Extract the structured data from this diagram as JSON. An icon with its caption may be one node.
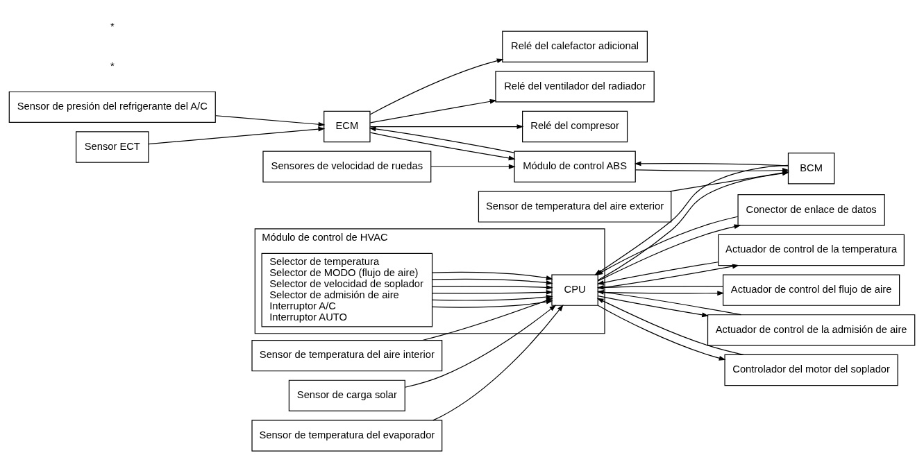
{
  "diagram": {
    "nodes": [
      {
        "text": [
          "Módulo de control de HVAC"
        ]
      },
      {
        "text": [
          "CPU"
        ],
        "in": 0
      },
      {
        "text": [
          "Selector de temperatura",
          "Selector de MODO (flujo de aire)",
          "Selector de velocidad de soplador",
          "Selector de admisión de aire",
          "Interruptor A/C",
          "Interruptor AUTO"
        ],
        "in": 0
      },
      {
        "text": [
          "Conector de enlace de datos"
        ]
      },
      {
        "text": [
          "Sensor de presión del refrigerante del A/C"
        ]
      },
      {
        "text": [
          "Sensor ECT"
        ]
      },
      {
        "text": [
          "Relé del calefactor adicional"
        ]
      },
      {
        "text": [
          "Relé del ventilador del radiador"
        ]
      },
      {
        "text": [
          "Relé del compresor"
        ]
      },
      {
        "text": [
          "ECM"
        ]
      },
      {
        "text": [
          "Módulo de control ABS"
        ]
      },
      {
        "text": [
          "Sensores de velocidad de ruedas"
        ]
      },
      {
        "text": [
          "BCM"
        ]
      },
      {
        "text": [
          "Sensor de temperatura del aire exterior"
        ]
      },
      {
        "text": [
          "Actuador de control de la temperatura"
        ]
      },
      {
        "text": [
          "Actuador de control del flujo de aire"
        ]
      },
      {
        "text": [
          "Actuador de control de la admisión de aire"
        ]
      },
      {
        "text": [
          "Controlador del motor del soplador"
        ]
      },
      {
        "text": [
          "Sensor de temperatura del aire interior"
        ]
      },
      {
        "text": [
          "Sensor de carga solar"
        ]
      },
      {
        "text": [
          "Sensor de temperatura del evaporador"
        ]
      }
    ],
    "edges": [
      {
        "from": 3,
        "to": 1,
        "arrow": "to"
      },
      {
        "from": 1,
        "to": 3,
        "arrow": "to"
      },
      {
        "from": 2,
        "to": 1,
        "arrow": "to"
      },
      {
        "from": 2,
        "to": 1,
        "arrow": "to"
      },
      {
        "from": 2,
        "to": 1,
        "arrow": "to"
      },
      {
        "from": 2,
        "to": 1,
        "arrow": "to"
      },
      {
        "from": 2,
        "to": 1,
        "arrow": "to"
      },
      {
        "from": 2,
        "to": 1,
        "arrow": "to"
      },
      {
        "from": 4,
        "to": 9,
        "arrow": "to"
      },
      {
        "from": 5,
        "to": 9,
        "arrow": "to"
      },
      {
        "from": 9,
        "to": 7,
        "arrow": "to"
      },
      {
        "from": 9,
        "to": 6,
        "arrow": "to"
      },
      {
        "from": 9,
        "to": 8,
        "arrow": "to"
      },
      {
        "from": 9,
        "to": 10,
        "arrow": "to"
      },
      {
        "from": 10,
        "to": 9,
        "arrow": "to"
      },
      {
        "from": 11,
        "to": 10,
        "arrow": "to"
      },
      {
        "from": 10,
        "to": 12,
        "arrow": "to"
      },
      {
        "from": 12,
        "to": 10,
        "arrow": "to"
      },
      {
        "from": 1,
        "to": 12,
        "arrow": "to"
      },
      {
        "from": 12,
        "to": 1,
        "arrow": "to"
      },
      {
        "from": 13,
        "to": 12,
        "arrow": "to"
      },
      {
        "from": 1,
        "to": 14,
        "arrow": "to"
      },
      {
        "from": 14,
        "to": 1,
        "arrow": "to"
      },
      {
        "from": 1,
        "to": 15,
        "arrow": "to"
      },
      {
        "from": 15,
        "to": 1,
        "arrow": "to"
      },
      {
        "from": 1,
        "to": 16,
        "arrow": "to"
      },
      {
        "from": 16,
        "to": 1,
        "arrow": "to"
      },
      {
        "from": 1,
        "to": 17,
        "arrow": "to"
      },
      {
        "from": 17,
        "to": 1,
        "arrow": "to"
      },
      {
        "from": 18,
        "to": 1,
        "arrow": "to"
      },
      {
        "from": 19,
        "to": 1,
        "arrow": "to"
      },
      {
        "from": 20,
        "to": 1,
        "arrow": "to"
      }
    ],
    "labels": [
      "*",
      "*"
    ]
  }
}
